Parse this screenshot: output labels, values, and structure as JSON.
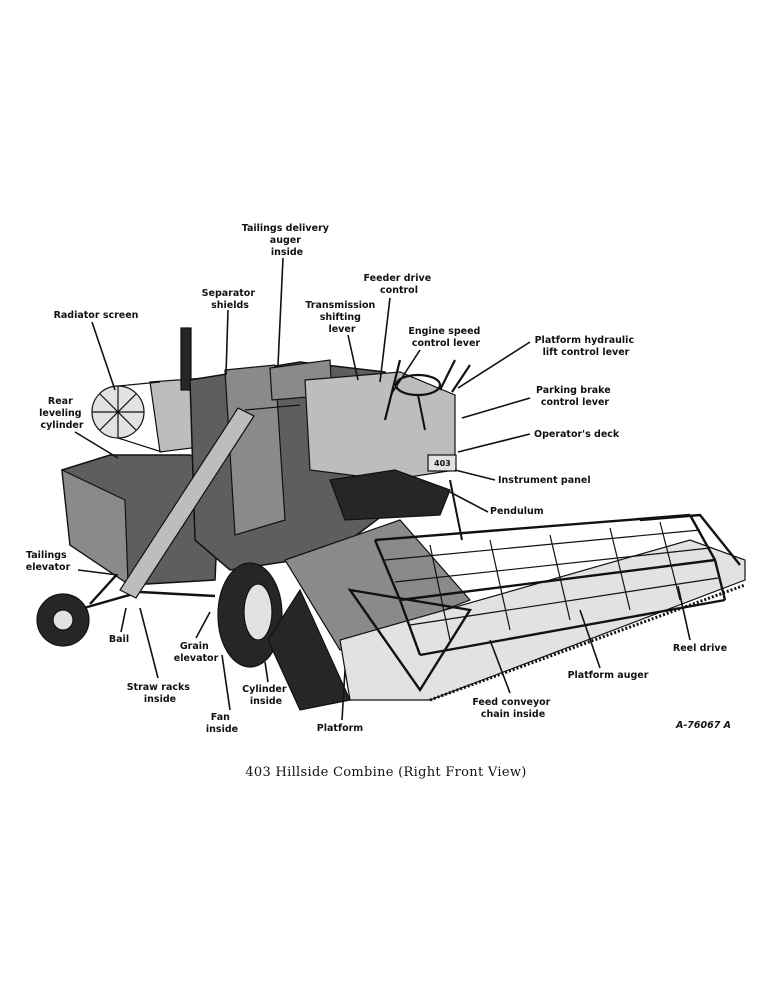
{
  "caption": "403 Hillside Combine (Right Front View)",
  "reference_number": "A-76067 A",
  "model_plate": "403",
  "labels": {
    "tailings_delivery_auger": [
      "Tailings delivery",
      "auger",
      "inside"
    ],
    "feeder_drive_control": [
      "Feeder drive",
      "control"
    ],
    "separator_shields": [
      "Separator",
      "shields"
    ],
    "transmission_shifting_lever": [
      "Transmission",
      "shifting",
      "lever"
    ],
    "radiator_screen": [
      "Radiator screen"
    ],
    "engine_speed_control_lever": [
      "Engine speed",
      "control lever"
    ],
    "platform_hydraulic_lift_control_lever": [
      "Platform hydraulic",
      "lift control lever"
    ],
    "parking_brake_control_lever": [
      "Parking brake",
      "control lever"
    ],
    "rear_leveling_cylinder": [
      "Rear",
      "leveling",
      "cylinder"
    ],
    "operators_deck": [
      "Operator's deck"
    ],
    "instrument_panel": [
      "Instrument panel"
    ],
    "pendulum": [
      "Pendulum"
    ],
    "tailings_elevator": [
      "Tailings",
      "elevator"
    ],
    "bail": [
      "Bail"
    ],
    "grain_elevator": [
      "Grain",
      "elevator"
    ],
    "reel_drive": [
      "Reel drive"
    ],
    "straw_racks_inside": [
      "Straw racks",
      "inside"
    ],
    "cylinder_inside": [
      "Cylinder",
      "inside"
    ],
    "platform_auger": [
      "Platform auger"
    ],
    "fan_inside": [
      "Fan",
      "inside"
    ],
    "platform": [
      "Platform"
    ],
    "feed_conveyor_chain_inside": [
      "Feed conveyor",
      "chain inside"
    ]
  }
}
